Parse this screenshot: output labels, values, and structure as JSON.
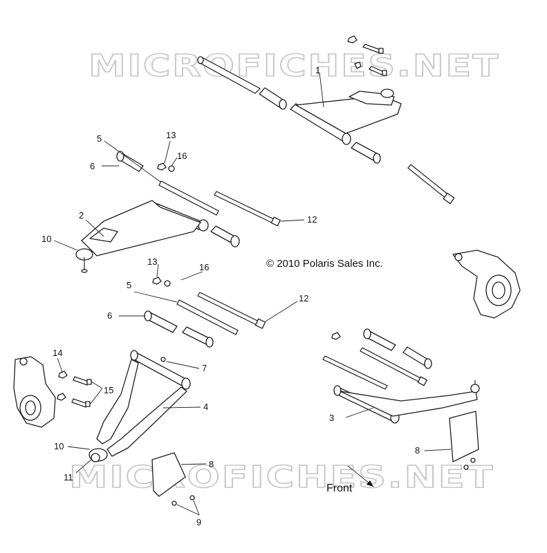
{
  "watermark": {
    "text": "MICROFICHES.NET"
  },
  "copyright": "© 2010 Polaris Sales Inc.",
  "direction_label": "Front",
  "callouts": {
    "c1": "1",
    "c2": "2",
    "c3": "3",
    "c4": "4",
    "c5a": "5",
    "c5b": "5",
    "c6a": "6",
    "c6b": "6",
    "c7": "7",
    "c8a": "8",
    "c8b": "8",
    "c9": "9",
    "c10a": "10",
    "c10b": "10",
    "c11": "11",
    "c12a": "12",
    "c12b": "12",
    "c13a": "13",
    "c13b": "13",
    "c14": "14",
    "c15": "15",
    "c16a": "16",
    "c16b": "16"
  }
}
